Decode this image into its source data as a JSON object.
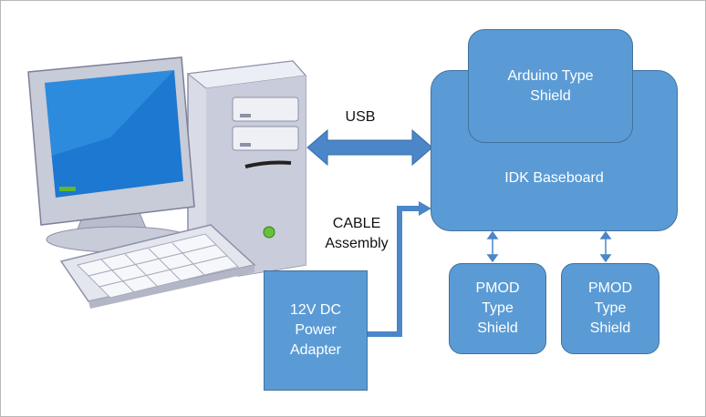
{
  "nodes": {
    "baseboard": "IDK Baseboard",
    "arduino": "Arduino Type\nShield",
    "pmod_left": "PMOD\nType\nShield",
    "pmod_right": "PMOD\nType\nShield",
    "power": "12V DC\nPower\nAdapter"
  },
  "edges": {
    "usb": "USB",
    "cable": "CABLE\nAssembly"
  },
  "icons": {
    "computer": "desktop-computer-icon"
  },
  "colors": {
    "box_fill": "#5b9bd5",
    "box_border": "#41719c",
    "arrow": "#4a86c8",
    "text_on_box": "#ffffff"
  }
}
